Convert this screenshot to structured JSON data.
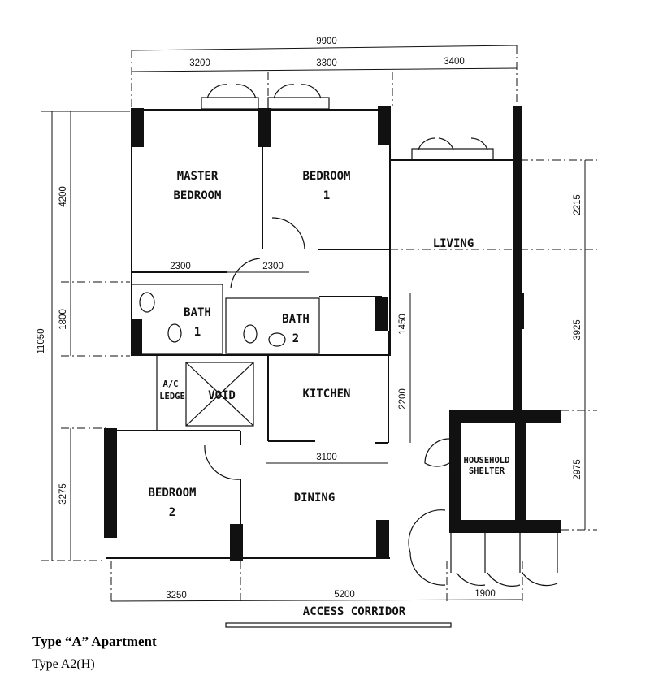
{
  "rooms": {
    "master_bedroom": [
      "MASTER",
      "BEDROOM"
    ],
    "bedroom1": [
      "BEDROOM",
      "1"
    ],
    "living": "LIVING",
    "bath1": [
      "BATH",
      "1"
    ],
    "bath2": [
      "BATH",
      "2"
    ],
    "kitchen": "KITCHEN",
    "ac_ledge": [
      "A/C",
      "LEDGE"
    ],
    "void": "VOID",
    "bedroom2": [
      "BEDROOM",
      "2"
    ],
    "dining": "DINING",
    "household_shelter": [
      "HOUSEHOLD",
      "SHELTER"
    ],
    "access_corridor": "ACCESS CORRIDOR"
  },
  "dimensions": {
    "top_total": "9900",
    "top": [
      "3200",
      "3300",
      "3400"
    ],
    "left_total": "11050",
    "left": [
      "4200",
      "1800",
      "3275"
    ],
    "right": [
      "2215",
      "3925",
      "2975"
    ],
    "kitchen_vertical": [
      "1450",
      "2200"
    ],
    "bath_row": [
      "2300",
      "2300"
    ],
    "kitchen_width": "3100",
    "bottom": [
      "3250",
      "5200",
      "1900"
    ]
  },
  "caption": {
    "title": "Type “A” Apartment",
    "subtitle": "Type A2(H)"
  }
}
